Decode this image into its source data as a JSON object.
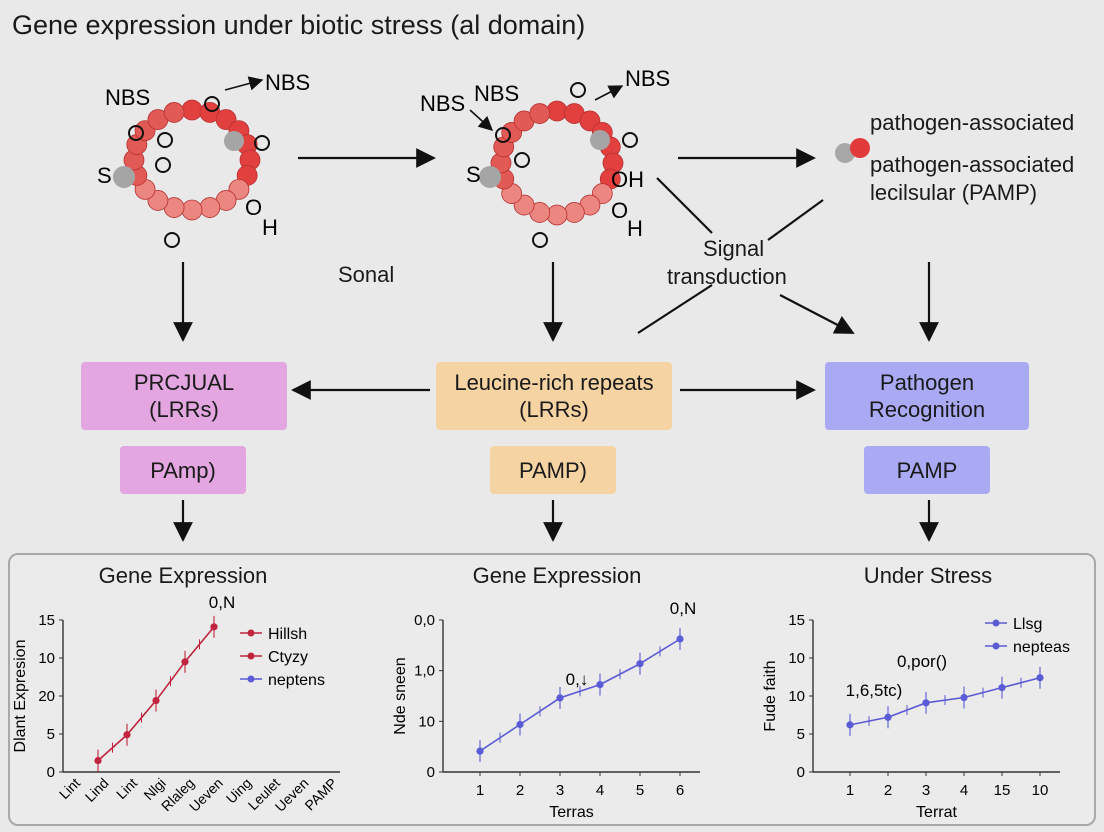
{
  "title": "Gene expression under biotic stress (al domain)",
  "molecules": {
    "left": {
      "labels": [
        "NBS",
        "NBS",
        "S",
        "O",
        "H"
      ]
    },
    "middle": {
      "labels": [
        "NBS",
        "NBS",
        "NBS",
        "S",
        "OH",
        "O",
        "H"
      ]
    },
    "pamp_top": "pathogen-associated",
    "pamp_bottom_1": "pathogen-associated",
    "pamp_bottom_2": "lecilsular (PAMP)"
  },
  "free_text": {
    "sonal": "Sonal",
    "signal_1": "Signal",
    "signal_2": "transduction"
  },
  "boxes": {
    "left": {
      "label": "PRCJUAL\n(LRRs)",
      "sub": "PAmp)"
    },
    "middle": {
      "label": "Leucine-rich repeats\n(LRRs)",
      "sub": "PAMP)"
    },
    "right": {
      "label": "Pathogen\nRecognition",
      "sub": "PAMP"
    }
  },
  "colors": {
    "pink": "#e3a6e0",
    "orange": "#f6d3a2",
    "blue": "#a9a9f4",
    "red_series": "#c0243e",
    "blue_series": "#5b5bd6"
  },
  "chart_data": [
    {
      "type": "line",
      "title": "Gene Expression",
      "ylabel": "Dlant Expresion",
      "ytick_labels": [
        "0",
        "5",
        "20",
        "10",
        "15"
      ],
      "xtick_labels": [
        "Lint",
        "Lind",
        "Lint",
        "Nlgi",
        "Rlaleg",
        "Ueven",
        "Uing",
        "Leulet",
        "Ueven",
        "PAMP"
      ],
      "annotation": "0,N",
      "legend": [
        {
          "name": "Hillsh",
          "color": "#c0243e"
        },
        {
          "name": "Ctyzy",
          "color": "#c0243e"
        },
        {
          "name": "neptens",
          "color": "#5b5bd6"
        }
      ],
      "series": [
        {
          "color": "#c0243e",
          "x": [
            1,
            2,
            3,
            4,
            5
          ],
          "y": [
            1.5,
            4.9,
            9.4,
            14.5,
            19.1
          ]
        }
      ],
      "ylim": [
        0,
        20
      ]
    },
    {
      "type": "line",
      "title": "Gene Expression",
      "ylabel": "Nde sneen",
      "ytick_labels": [
        "0",
        "10",
        "1,0",
        "0,0"
      ],
      "xtick_labels": [
        "1",
        "2",
        "3",
        "4",
        "5",
        "6"
      ],
      "x_range": [
        1,
        6
      ],
      "xlabel": "Terras",
      "annotations": [
        "0,N",
        "0,↓"
      ],
      "series": [
        {
          "color": "#5b5bd6",
          "x": [
            1,
            2,
            3,
            4,
            5,
            6
          ],
          "y": [
            0.55,
            1.25,
            1.95,
            2.3,
            2.85,
            3.5
          ]
        }
      ],
      "ylim": [
        0,
        4
      ]
    },
    {
      "type": "line",
      "title": "Under Stress",
      "ylabel": "Fude faith",
      "ytick_labels": [
        "0",
        "5",
        "10",
        "10",
        "15"
      ],
      "xtick_labels": [
        "1",
        "2",
        "3",
        "4",
        "15",
        "10"
      ],
      "xlabel": "Terrat",
      "annotations": [
        "0,por()",
        "1,6,5tc)"
      ],
      "legend": [
        {
          "name": "Llsg",
          "color": "#5b5bd6"
        },
        {
          "name": "nepteas",
          "color": "#5b5bd6"
        }
      ],
      "series": [
        {
          "color": "#5b5bd6",
          "x": [
            1,
            2,
            3,
            4,
            5,
            6
          ],
          "y": [
            6.2,
            7.2,
            9.1,
            9.8,
            11.1,
            12.4
          ]
        }
      ],
      "ylim": [
        0,
        20
      ]
    }
  ]
}
